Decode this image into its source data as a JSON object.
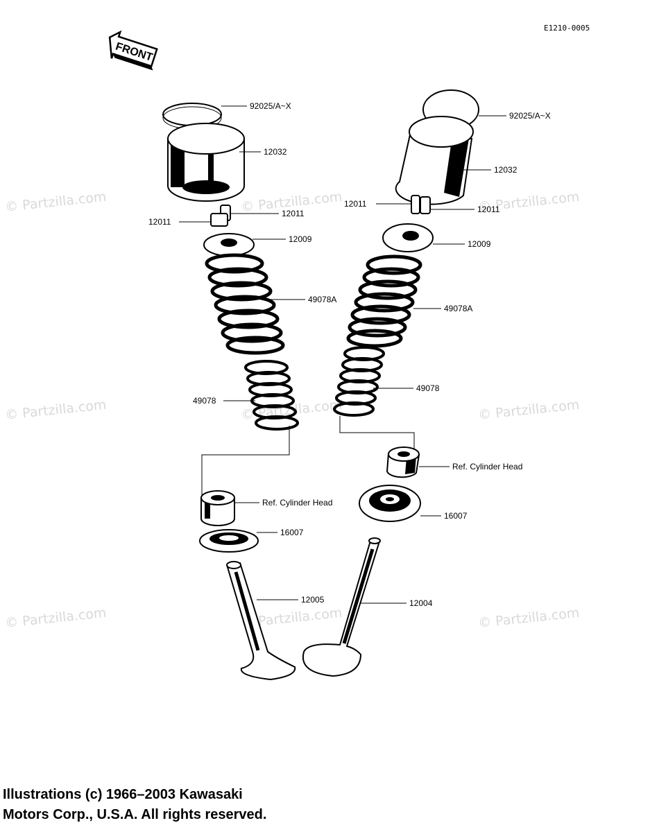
{
  "diagram_code": "E1210-0005",
  "front_label": "FRONT",
  "watermark": "© Partzilla.com",
  "labels": {
    "shim_right": "92025/A~X",
    "shim_left": "92025/A~X",
    "tappet_left": "12032",
    "tappet_right": "12032",
    "keeper_left_a": "12011",
    "keeper_left_b": "12011",
    "keeper_right_a": "12011",
    "keeper_right_b": "12011",
    "retainer_left": "12009",
    "retainer_right": "12009",
    "outer_spring_left": "49078A",
    "outer_spring_right": "49078A",
    "inner_spring_left": "49078",
    "inner_spring_right": "49078",
    "guide_left": "Ref.  Cylinder Head",
    "guide_right": "Ref.  Cylinder Head",
    "seat_left": "16007",
    "seat_right": "16007",
    "valve_exhaust": "12005",
    "valve_intake": "12004"
  },
  "copyright_lines": [
    "Illustrations (c) 1966–2003 Kawasaki",
    "Motors Corp., U.S.A.  All rights reserved."
  ]
}
